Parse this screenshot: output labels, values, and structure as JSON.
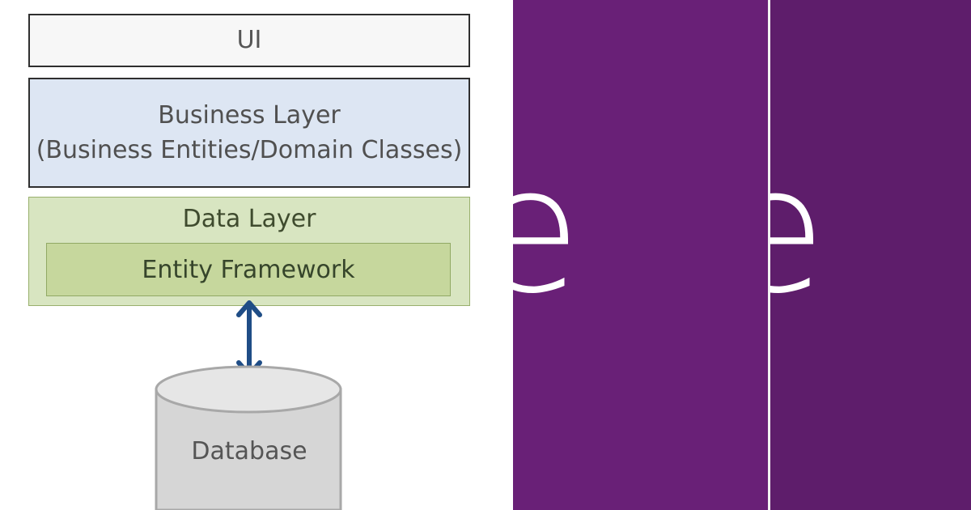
{
  "diagram": {
    "ui_label": "UI",
    "business_title": "Business Layer",
    "business_subtitle": "(Business Entities/Domain Classes)",
    "data_layer_title": "Data Layer",
    "entity_framework_label": "Entity Framework",
    "database_label": "Database",
    "colors": {
      "ui_fill": "#f7f7f7",
      "business_fill": "#dde6f3",
      "data_fill": "#d8e5c1",
      "entity_framework_fill": "#c6d79d",
      "arrow": "#1f4d86",
      "database_fill": "#d6d6d6",
      "database_stroke": "#a8a8a8"
    }
  },
  "logo": {
    "glyph_primary": "e",
    "glyph_secondary": "e",
    "colors": {
      "purple_left": "#692077",
      "purple_right": "#5e1d6b",
      "divider": "#f2f2f2",
      "glyph": "#ffffff"
    }
  }
}
